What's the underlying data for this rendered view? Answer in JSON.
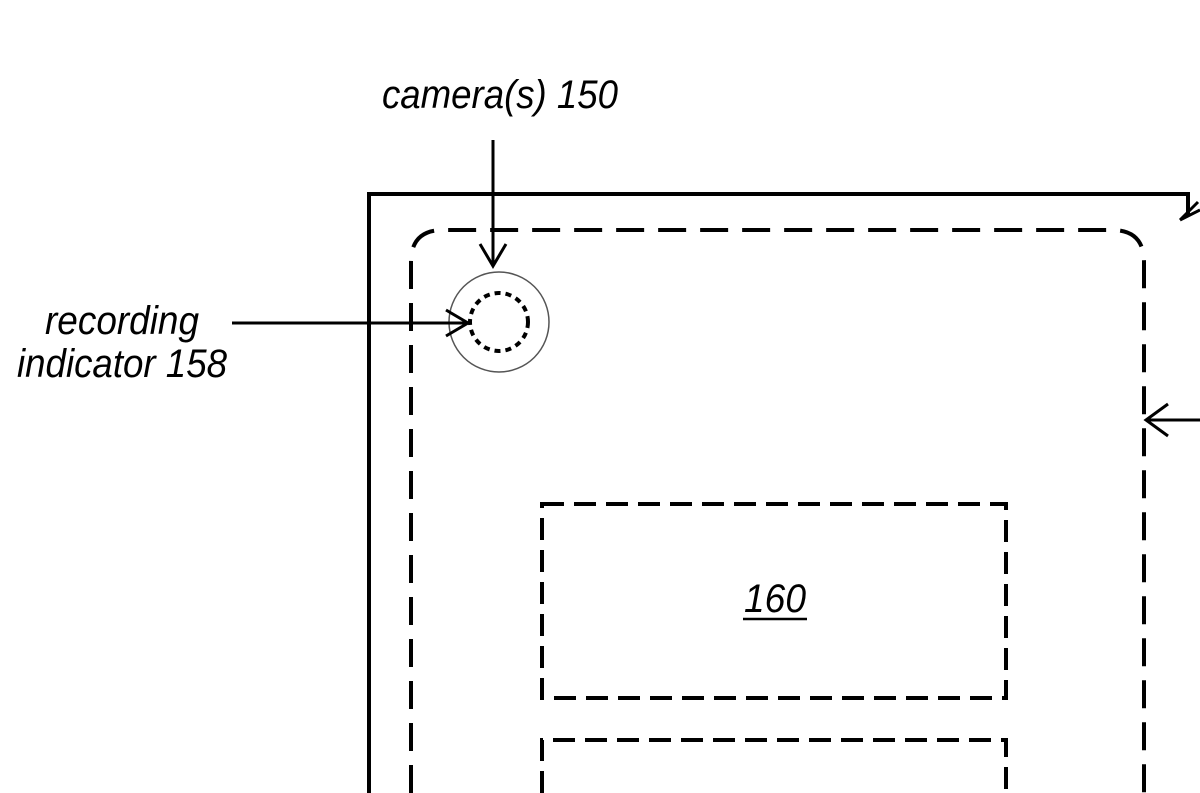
{
  "labels": {
    "camera": "camera(s) 150",
    "recording_line1": "recording",
    "recording_line2": "indicator 158",
    "panel_ref": "160"
  },
  "colors": {
    "ink": "#000000",
    "background": "#ffffff",
    "lens_ring": "#555555"
  }
}
